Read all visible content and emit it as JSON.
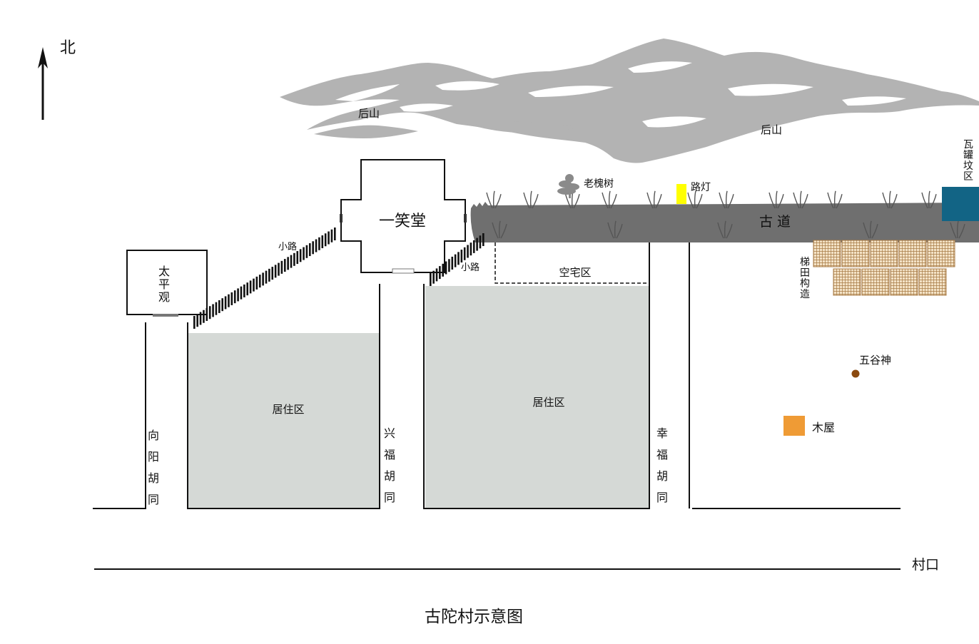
{
  "compass": {
    "north_label": "北"
  },
  "mountains": {
    "label_left": "后山",
    "label_right": "后山"
  },
  "buildings": {
    "yixiaotang": "一笑堂",
    "taipingguan": "太平观",
    "kongzhaiqu": "空宅区",
    "juzhuqu_left": "居住区",
    "juzhuqu_right": "居住区"
  },
  "paths": {
    "xiaolu_left": "小路",
    "xiaolu_right": "小路"
  },
  "road": {
    "gudao": "古 道"
  },
  "landmarks": {
    "laohuaishu": "老槐树",
    "ludeng": "路灯",
    "wagunfenqu": "瓦罐坟区",
    "titianguozao": "梯田构造",
    "wugushen": "五谷神",
    "muwu": "木屋"
  },
  "alleys": {
    "xiangyang": "向阳胡同",
    "xingfu_xing": "兴福胡同",
    "xingfu_xing2": "幸福胡同"
  },
  "village_entrance": "村口",
  "caption": "古陀村示意图",
  "colors": {
    "residential": "#d5d9d6",
    "road": "#6f6f6f",
    "mountain": "#b3b3b3",
    "lamp": "#ffff00",
    "graves": "#126485",
    "terrace": "#a87b45",
    "wugushen": "#8b4a0f",
    "cabin": "#ef9b35"
  }
}
